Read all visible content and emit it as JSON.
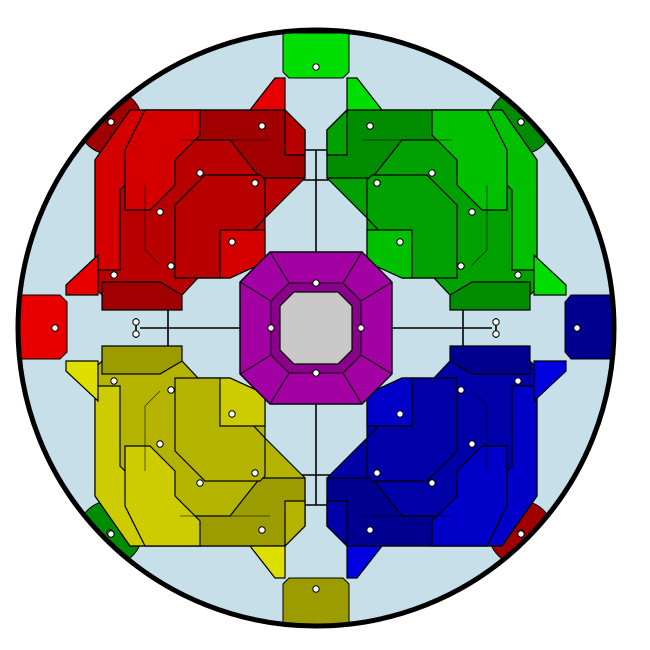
{
  "board": {
    "background": "#c7dfe9",
    "rim": "#000000",
    "hub": "#c8c8c8",
    "center": "#a200a2",
    "center_dark": "#8a008a"
  },
  "colors": {
    "red": [
      "#d40000",
      "#b80000",
      "#a00000",
      "#e80000"
    ],
    "green": [
      "#00c000",
      "#00a000",
      "#008c00",
      "#00dd00"
    ],
    "blue": [
      "#0000c8",
      "#0000a8",
      "#000090",
      "#0000e0"
    ],
    "yellow": [
      "#cccc00",
      "#b4b400",
      "#9c9c00",
      "#dede00"
    ]
  },
  "quadrants": [
    {
      "name": "red",
      "sx": -1,
      "sy": -1
    },
    {
      "name": "green",
      "sx": 1,
      "sy": -1
    },
    {
      "name": "blue",
      "sx": 1,
      "sy": 1
    },
    {
      "name": "yellow",
      "sx": -1,
      "sy": 1
    }
  ],
  "edge_tabs": [
    {
      "side": "top",
      "color": "#00dd00"
    },
    {
      "side": "right",
      "color": "#000090"
    },
    {
      "side": "bottom",
      "color": "#9c9c00"
    },
    {
      "side": "left",
      "color": "#e80000"
    }
  ],
  "corner_caps": [
    {
      "corner": "top-left",
      "color": "#a00000"
    },
    {
      "corner": "top-right",
      "color": "#008c00"
    },
    {
      "corner": "bottom-right",
      "color": "#a00000"
    },
    {
      "corner": "bottom-left",
      "color": "#008c00"
    }
  ]
}
